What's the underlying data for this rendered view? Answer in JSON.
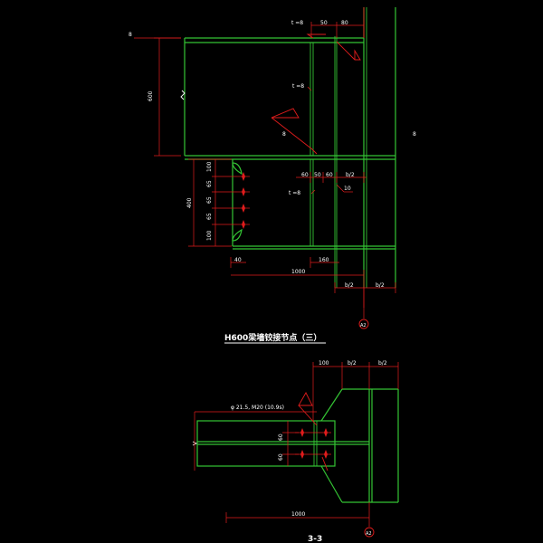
{
  "colors": {
    "background": "#000000",
    "member": "#34c434",
    "dimension": "#e01c1c",
    "text": "#ffffff",
    "bolt": "#e06060"
  },
  "view1": {
    "title": "H600梁墙铰接节点（三）",
    "top_mark": "8",
    "dims_top": [
      "50",
      "80"
    ],
    "thk_top": "t =8",
    "thk_mid": "t =8",
    "thk_lower": "t =8",
    "height_left": "600",
    "weld_left_num": "8",
    "weld_right_num": "8",
    "row_dims": [
      "60",
      "50",
      "60",
      "b/2"
    ],
    "bolt_side": [
      "100",
      "65",
      "65",
      "65",
      "100"
    ],
    "plate_height": "400",
    "gap_label": "10",
    "bottom_left": "40",
    "bottom_mid": "160",
    "bottom_total": "1000",
    "bottom_b1": "b/2",
    "bottom_b2": "b/2",
    "axis_label": "A2"
  },
  "view2": {
    "top_dims": [
      "100",
      "b/2",
      "b/2"
    ],
    "bolt_note": "φ 21.5, M20 (10.9s)",
    "left_dims": [
      "60",
      "60"
    ],
    "bottom_total": "1000",
    "axis_label": "A2",
    "title": "3-3"
  }
}
